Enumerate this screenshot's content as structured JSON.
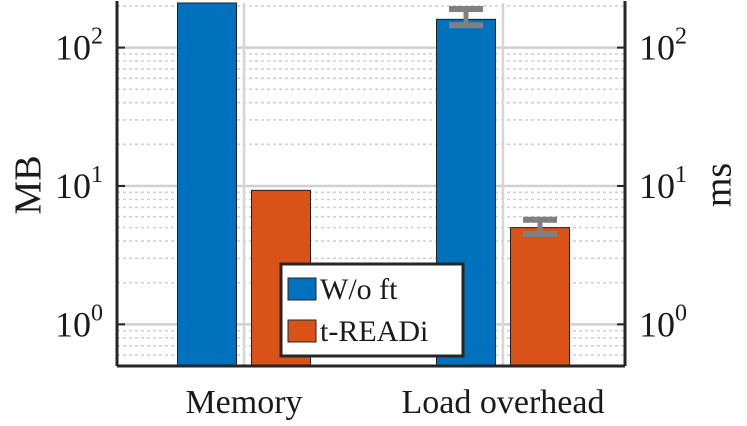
{
  "chart_data": {
    "type": "bar",
    "categories": [
      "Memory",
      "Load overhead"
    ],
    "series": [
      {
        "name": "W/o ft",
        "values": [
          210,
          160
        ],
        "error_high": [
          null,
          190
        ],
        "error_low": [
          null,
          145
        ],
        "color": "#0072BD"
      },
      {
        "name": "t-READi",
        "values": [
          9.3,
          5.0
        ],
        "error_high": [
          null,
          5.7
        ],
        "error_low": [
          null,
          4.5
        ],
        "color": "#D95319"
      }
    ],
    "y_left": {
      "label": "MB",
      "scale": "log",
      "ylim": [
        0.5,
        210
      ],
      "ticks": [
        {
          "base": "10",
          "exp": "0",
          "value": 1
        },
        {
          "base": "10",
          "exp": "1",
          "value": 10
        },
        {
          "base": "10",
          "exp": "2",
          "value": 100
        }
      ]
    },
    "y_right": {
      "label": "ms",
      "scale": "log",
      "ylim": [
        0.5,
        210
      ],
      "ticks": [
        {
          "base": "10",
          "exp": "0",
          "value": 1
        },
        {
          "base": "10",
          "exp": "1",
          "value": 10
        },
        {
          "base": "10",
          "exp": "2",
          "value": 100
        }
      ]
    },
    "grid": true,
    "minor_grid": true,
    "legend_position": "bottom-center",
    "error_bar_color": "#808080"
  }
}
